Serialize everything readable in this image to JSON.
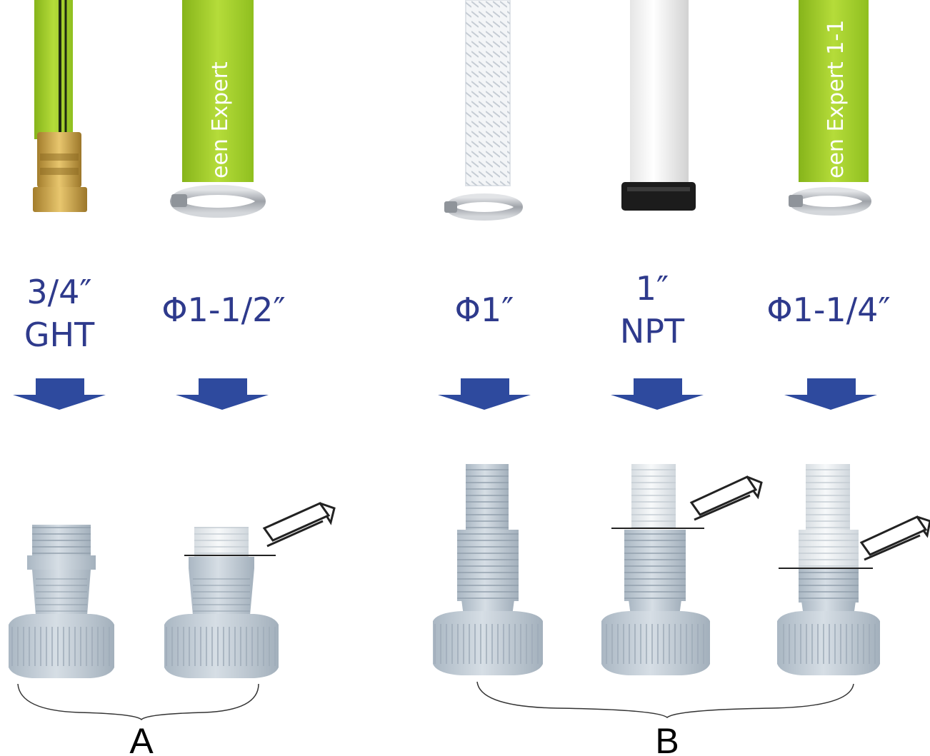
{
  "colors": {
    "label": "#2e3a8c",
    "arrow": "#2e4a9e",
    "adapter": "#c9d3dc",
    "adapter_dark": "#a9b6c2",
    "adapter_white": "#eef1f3",
    "hose_green": "#a6d12a",
    "brass": "#c9a24a",
    "clamp": "#b9bcc1"
  },
  "hose_text": {
    "h2": "een Expert",
    "h5": "een Expert 1-1"
  },
  "labels": {
    "c1": [
      "3/4″",
      "GHT"
    ],
    "c2": [
      "Φ1-1/2″"
    ],
    "c3": [
      "Φ1″"
    ],
    "c4": [
      "1″",
      "NPT"
    ],
    "c5": [
      "Φ1-1/4″"
    ]
  },
  "groups": {
    "a": "A",
    "b": "B"
  }
}
